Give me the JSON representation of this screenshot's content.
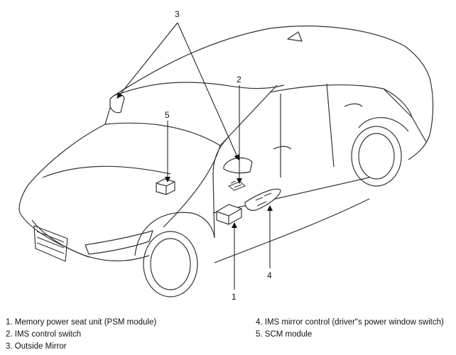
{
  "callouts": {
    "c1": "1",
    "c2": "2",
    "c3": "3",
    "c4": "4",
    "c5": "5"
  },
  "legend": {
    "items": [
      "1. Memory power seat unit (PSM module)",
      "2. IMS control switch",
      "3. Outside Mirror",
      "4. IMS mirror control (driver\"s power window switch)",
      "5. SCM module"
    ]
  },
  "colors": {
    "line": "#333333",
    "background": "#ffffff"
  }
}
